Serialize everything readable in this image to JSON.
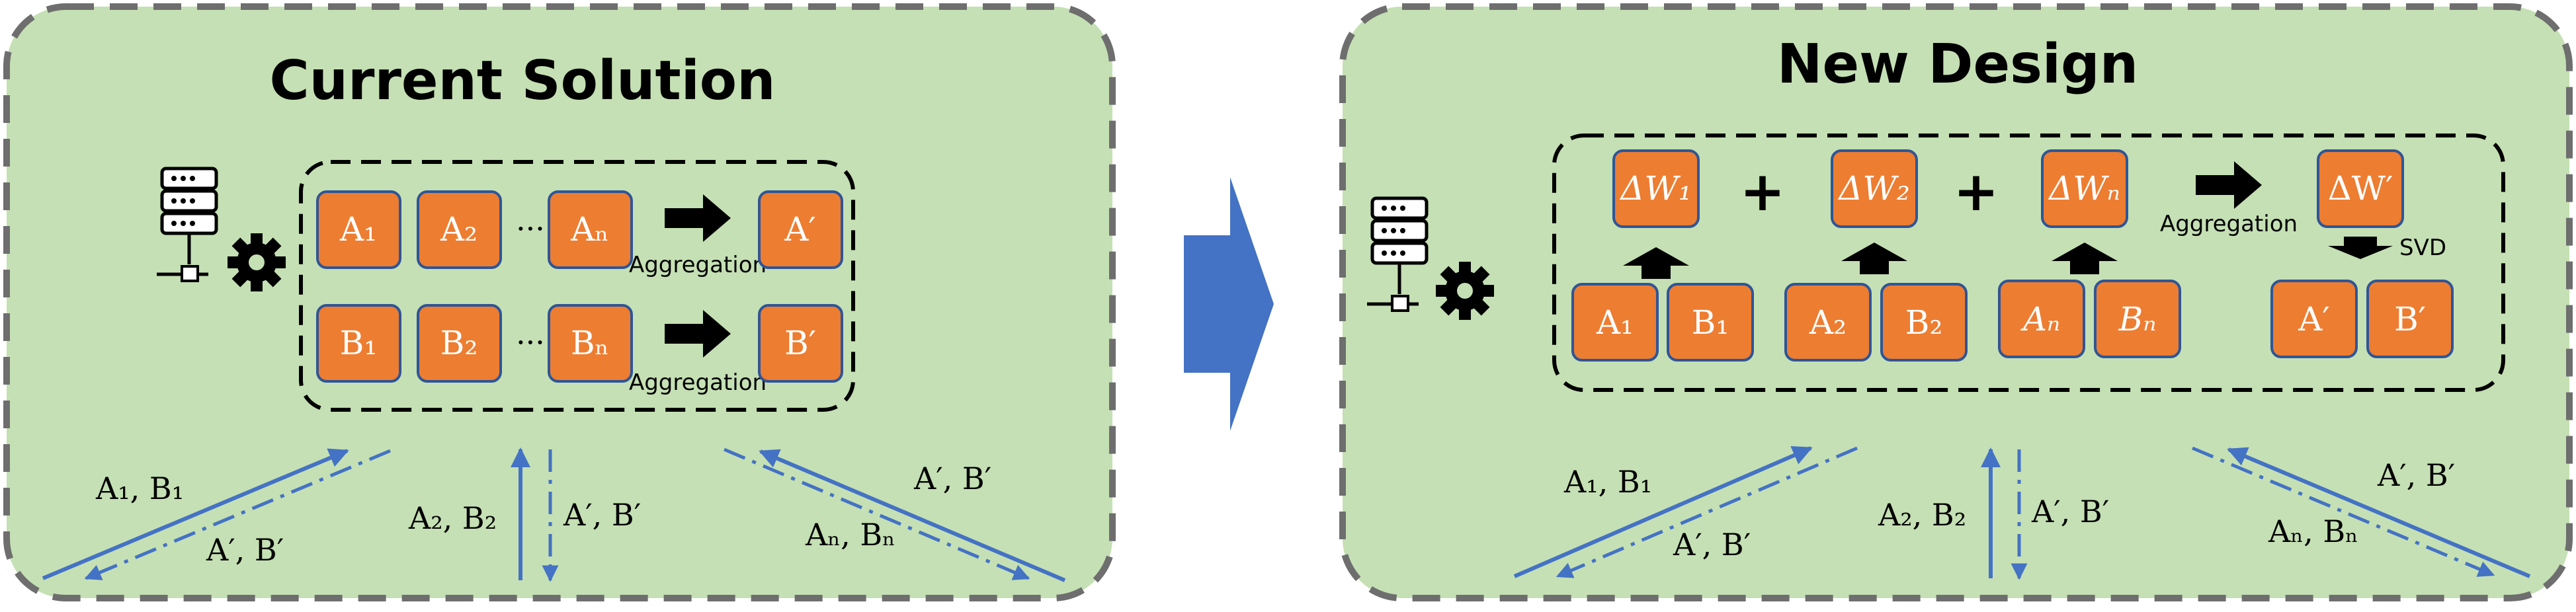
{
  "colors": {
    "panel_fill": "#c5e0b4",
    "panel_border": "#6e6e6e",
    "box_fill": "#ed7d31",
    "box_border": "#2f5597",
    "line_blue": "#4472c4",
    "big_arrow": "#4472c4"
  },
  "left_panel": {
    "title": "Current Solution",
    "row_a": [
      "A₁",
      "A₂",
      "Aₙ"
    ],
    "row_a_result": "A′",
    "row_b": [
      "B₁",
      "B₂",
      "Bₙ"
    ],
    "row_b_result": "B′",
    "ellipsis": "···",
    "aggregation_label": "Aggregation",
    "links": {
      "client1_up": "A₁, B₁",
      "client1_down": "A′, B′",
      "client2_up": "A₂, B₂",
      "client2_down": "A′, B′",
      "clientn_up": "Aₙ, Bₙ",
      "clientn_down": "A′, B′"
    }
  },
  "right_panel": {
    "title": "New Design",
    "deltas": [
      "ΔW₁",
      "ΔW₂",
      "ΔWₙ"
    ],
    "delta_result": "ΔW′",
    "plus": "+",
    "pairs": [
      [
        "A₁",
        "B₁"
      ],
      [
        "A₂",
        "B₂"
      ],
      [
        "Aₙ",
        "Bₙ"
      ]
    ],
    "result_pair": [
      "A′",
      "B′"
    ],
    "aggregation_label": "Aggregation",
    "svd_label": "SVD",
    "links": {
      "client1_up": "A₁, B₁",
      "client1_down": "A′, B′",
      "client2_up": "A₂, B₂",
      "client2_down": "A′, B′",
      "clientn_up": "Aₙ, Bₙ",
      "clientn_down": "A′, B′"
    }
  },
  "icons": [
    "server-icon",
    "gear-icon",
    "right-arrow-icon",
    "up-arrow-icon",
    "down-arrow-icon"
  ]
}
